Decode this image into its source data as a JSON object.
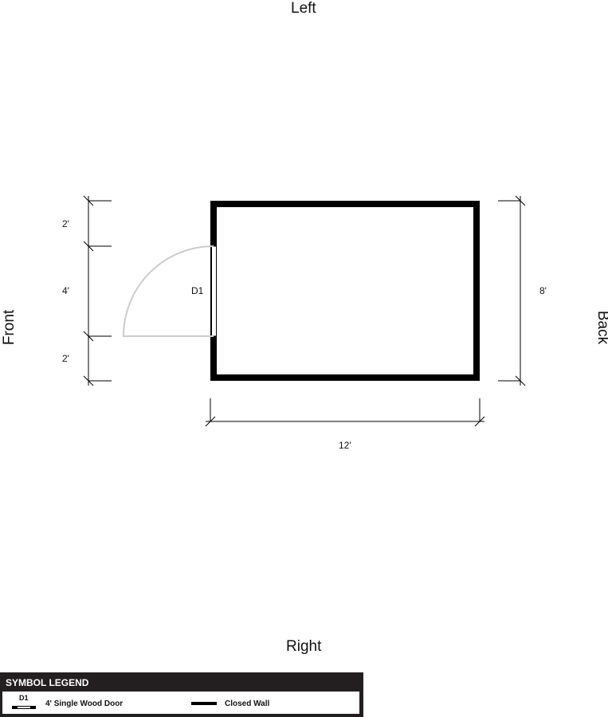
{
  "sides": {
    "top": "Left",
    "bottom": "Right",
    "left": "Front",
    "right": "Back"
  },
  "dimensions": {
    "front_top": "2'",
    "front_door": "4'",
    "front_bottom": "2'",
    "back": "8'",
    "width": "12'"
  },
  "door_tag": "D1",
  "legend": {
    "title": "SYMBOL LEGEND",
    "items": [
      {
        "symbol": "D1",
        "label": "4' Single Wood Door"
      },
      {
        "symbol": "wall",
        "label": "Closed Wall"
      }
    ]
  }
}
